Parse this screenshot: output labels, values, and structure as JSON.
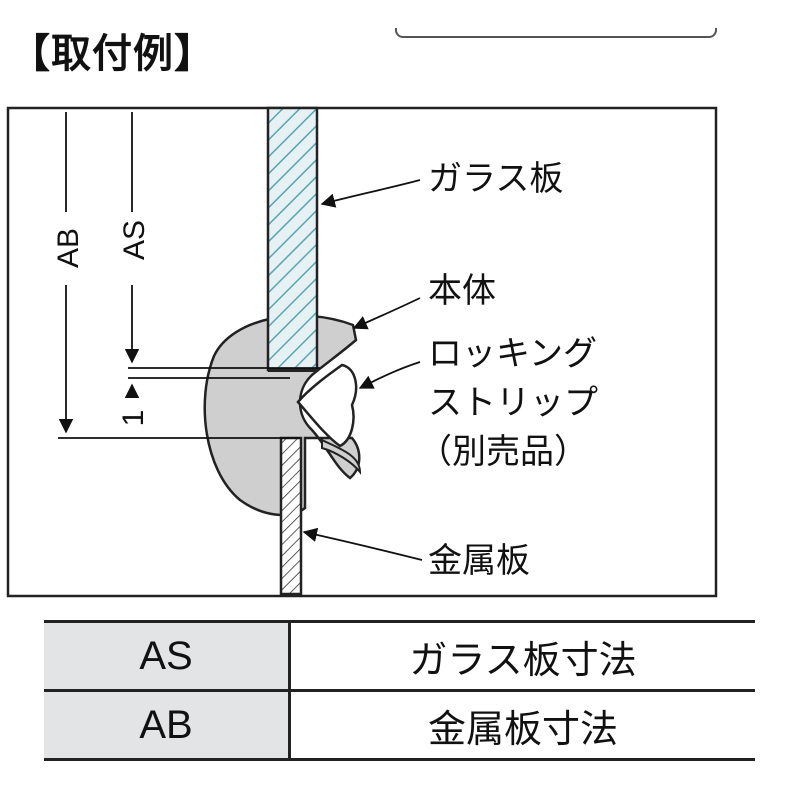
{
  "title": "【取付例】",
  "labels": {
    "glass_plate": "ガラス板",
    "body": "本体",
    "locking_strip_line1": "ロッキング",
    "locking_strip_line2": "ストリップ",
    "locking_strip_line3": "（別売品）",
    "metal_plate": "金属板"
  },
  "dimensions": {
    "ab": "AB",
    "as": "AS",
    "one": "1"
  },
  "table": {
    "rows": [
      {
        "code": "AS",
        "desc": "ガラス板寸法"
      },
      {
        "code": "AB",
        "desc": "金属板寸法"
      }
    ]
  },
  "colors": {
    "body_fill": "#cfcfcf",
    "glass_fill": "#e6f1f4",
    "glass_hatch": "#5aa3b5",
    "table_header_fill": "#e3e4e6"
  }
}
